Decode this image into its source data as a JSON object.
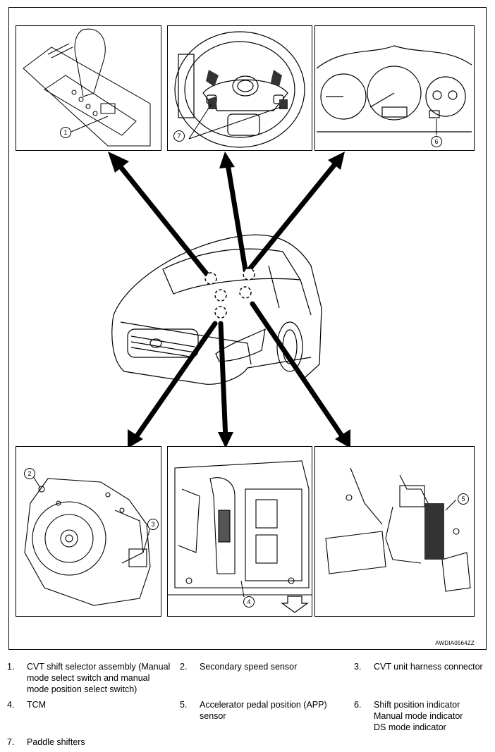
{
  "figure": {
    "code": "AWDIA0564ZZ",
    "callouts": {
      "shift_selector": "1",
      "speed_sensor": "2",
      "harness_connector": "3",
      "tcm": "4",
      "app_sensor": "5",
      "shift_indicator": "6",
      "paddle_shifters": "7"
    }
  },
  "legend": [
    {
      "num": "1.",
      "text": "CVT shift selector assembly (Manual\nmode select switch and manual\nmode position select switch)"
    },
    {
      "num": "2.",
      "text": "Secondary speed sensor"
    },
    {
      "num": "3.",
      "text": "CVT unit harness connector"
    },
    {
      "num": "4.",
      "text": "TCM"
    },
    {
      "num": "5.",
      "text": "Accelerator pedal position (APP)\nsensor"
    },
    {
      "num": "6.",
      "text": "Shift position indicator\nManual mode indicator\nDS mode indicator"
    },
    {
      "num": "7.",
      "text": "Paddle shifters"
    }
  ]
}
